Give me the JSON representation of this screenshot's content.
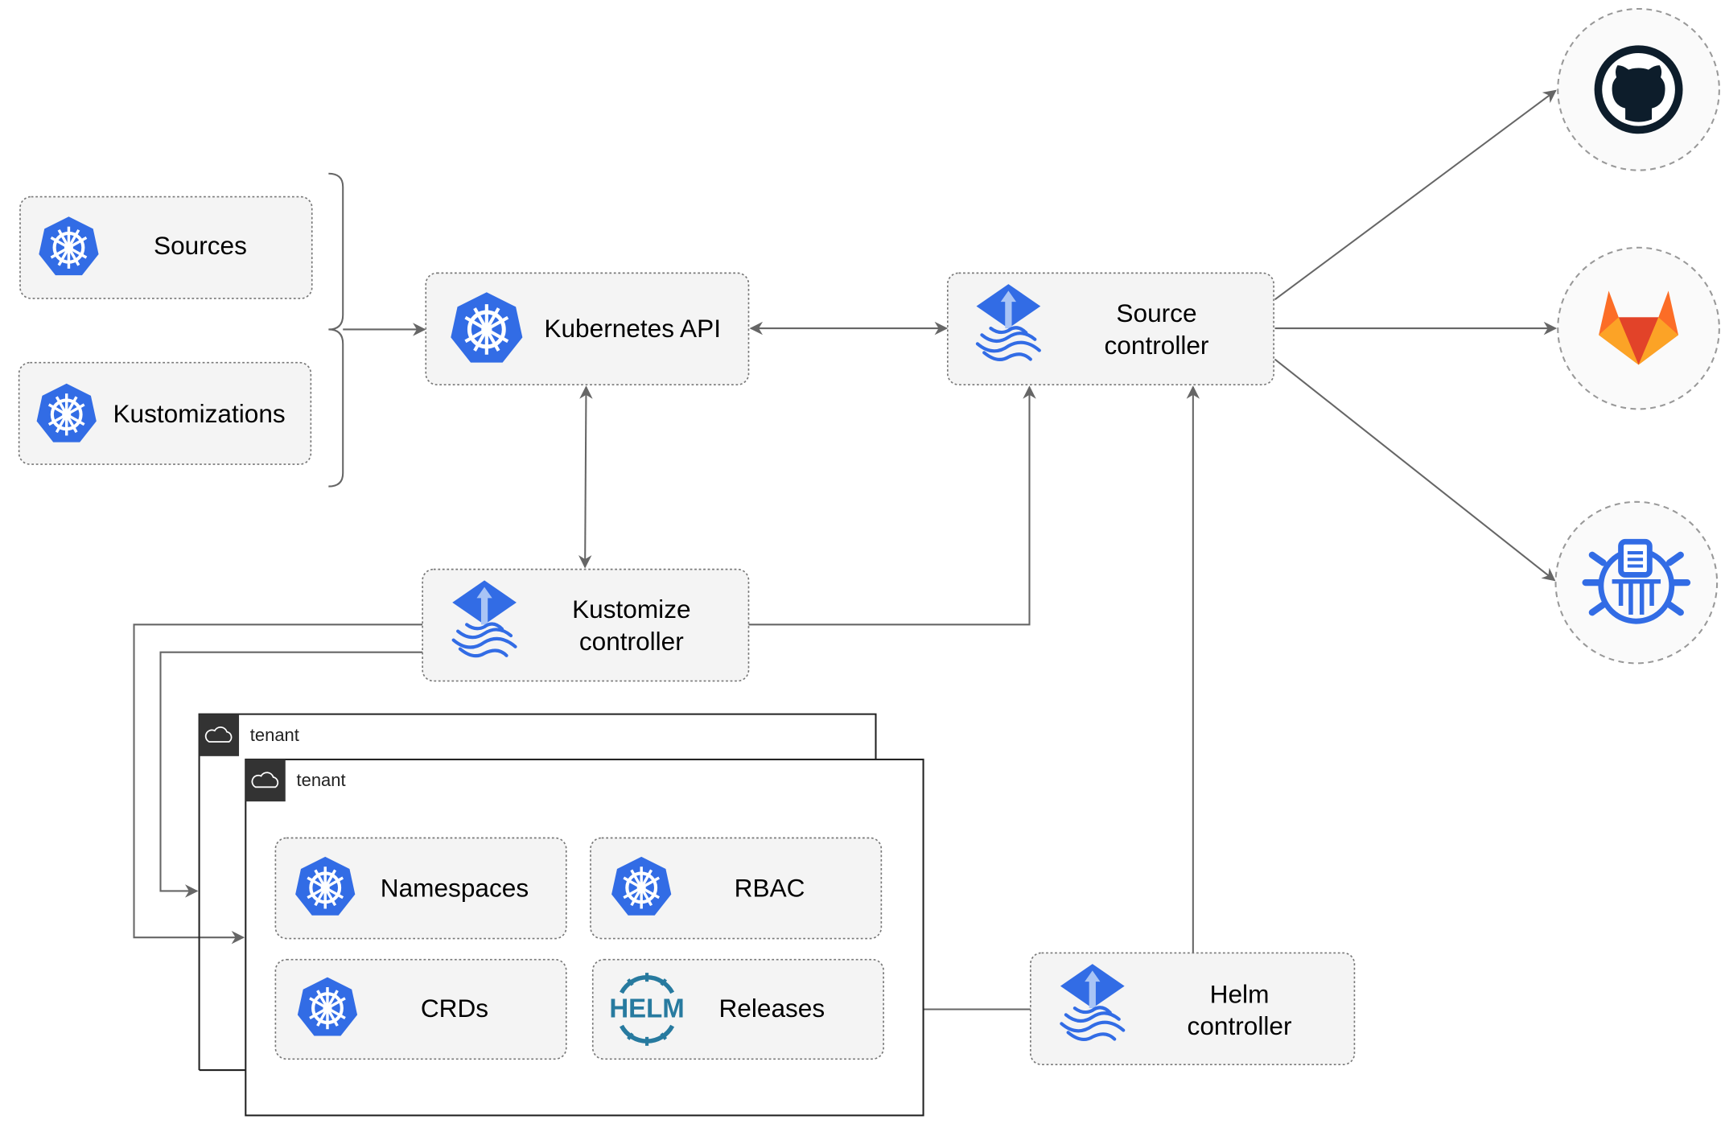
{
  "nodes": {
    "sources": "Sources",
    "kustomizations": "Kustomizations",
    "kubernetes_api": "Kubernetes API",
    "source_controller": [
      "Source",
      "controller"
    ],
    "kustomize_controller": [
      "Kustomize",
      "controller"
    ],
    "helm_controller": [
      "Helm",
      "controller"
    ],
    "namespaces": "Namespaces",
    "rbac": "RBAC",
    "crds": "CRDs",
    "releases": "Releases"
  },
  "tenants": [
    "tenant",
    "tenant"
  ],
  "helm_logo_text": "HELM",
  "external": [
    "github-icon",
    "gitlab-icon",
    "bucket-icon"
  ],
  "colors": {
    "kubernetes_blue": "#326ce5",
    "flux_blue": "#326ce5",
    "helm_blue": "#277a9f",
    "github": "#0d1d2b",
    "gitlab_orange": "#e24329"
  }
}
